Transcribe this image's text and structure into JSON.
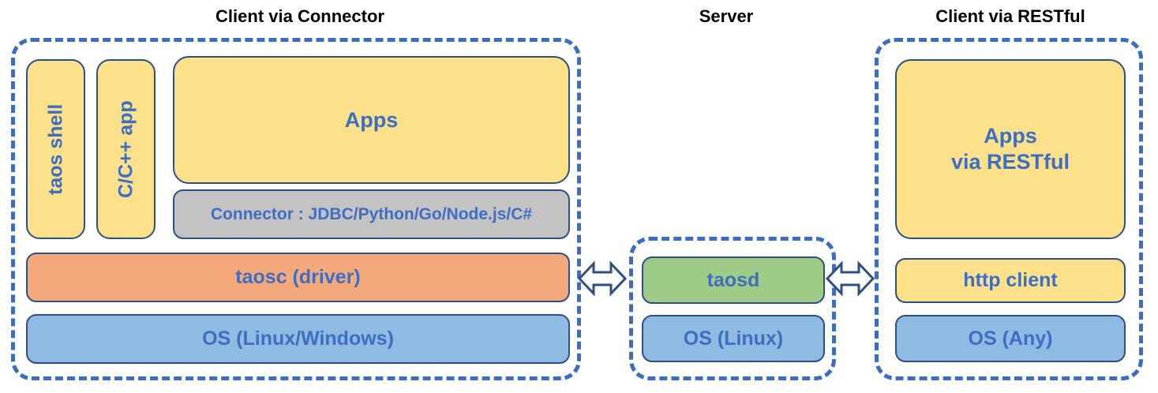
{
  "diagram": {
    "title_connector": "Client via Connector",
    "title_server": "Server",
    "title_restful": "Client via RESTful",
    "colors": {
      "dashed_border": "#3b6dc1",
      "box_border": "#2e4f84",
      "text_blue": "#3d6ec2",
      "title_black": "#000000",
      "yellow": "#fce08a",
      "orange": "#f4a97c",
      "blue": "#8fbbe3",
      "green": "#9ecb85",
      "gray": "#c3c3c3",
      "background": "#ffffff"
    }
  },
  "client_connector": {
    "taos_shell": "taos shell",
    "cpp_app": "C/C++ app",
    "apps": "Apps",
    "connector": "Connector : JDBC/Python/Go/Node.js/C#",
    "taosc": "taosc (driver)",
    "os": "OS (Linux/Windows)"
  },
  "server": {
    "taosd": "taosd",
    "os": "OS (Linux)"
  },
  "client_restful": {
    "apps_line1": "Apps",
    "apps_line2": "via RESTful",
    "http_client": "http client",
    "os": "OS (Any)"
  },
  "arrows": {
    "left_label": "double-headed-arrow",
    "right_label": "double-headed-arrow"
  }
}
